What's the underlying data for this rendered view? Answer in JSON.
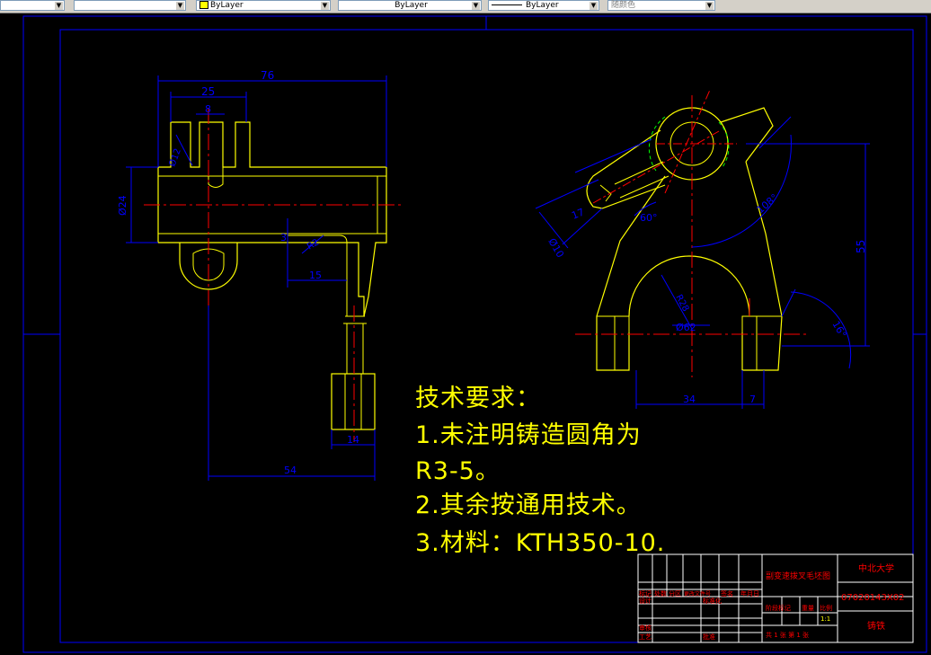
{
  "toolbar": {
    "layer": "ByLayer",
    "linetype": "ByLayer",
    "lineweight": "ByLayer",
    "plotstyle": "随颜色"
  },
  "dimensions": {
    "d76": "76",
    "d25": "25",
    "d8": "8",
    "d24": "Ø24",
    "d12": "Ø12",
    "d15": "15",
    "d3": "3",
    "r2": "R2",
    "d14": "14",
    "d54": "54",
    "d17": "17",
    "d10": "Ø10",
    "a60": "60°",
    "a108": "108°",
    "d55": "55",
    "r28": "R28",
    "d62": "Ø62",
    "a16": "16°",
    "d34": "34",
    "d7": "7"
  },
  "notes": {
    "title": "技术要求：",
    "line1": "1.未注明铸造圆角为",
    "line1b": "R3-5。",
    "line2": "2.其余按通用技术。",
    "line3": "3.材料：KTH350-10."
  },
  "title_block": {
    "part_name": "副变速拨叉毛坯图",
    "school": "中北大学",
    "drawing_no": "07020143X02",
    "material": "铸铁",
    "mark_col": "标记",
    "count_col": "处数",
    "zone_col": "分区",
    "change_col": "更改文件号",
    "sign_col": "签名",
    "date_col": "年月日",
    "designer": "设计",
    "standard": "标准化",
    "stage": "阶段标记",
    "weight": "重量",
    "scale": "比例",
    "review": "审核",
    "process": "工艺",
    "approve": "批准",
    "sheet": "共 1 张 第 1 张",
    "scale_val": "1:1"
  }
}
